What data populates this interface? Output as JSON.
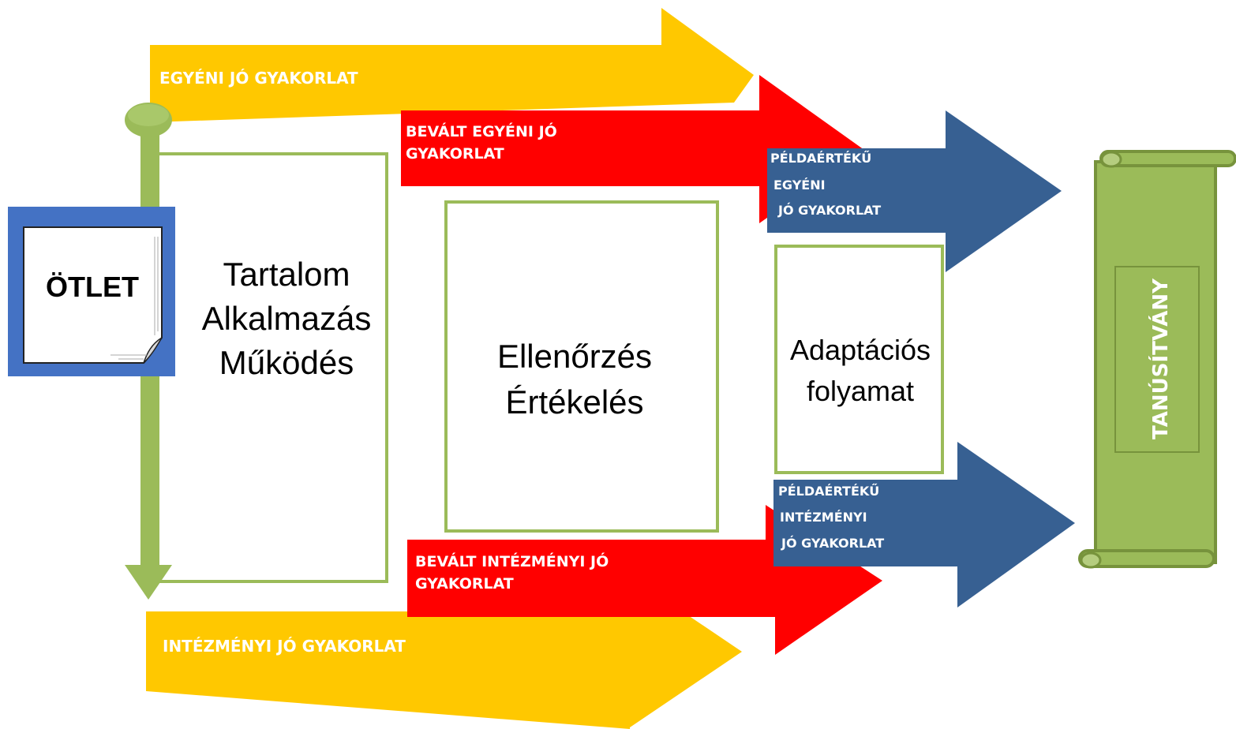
{
  "colors": {
    "yellow": "#FFC800",
    "red": "#FF0000",
    "blue": "#376092",
    "green": "#9BBB59",
    "green_dark": "#77933C",
    "idea_frame": "#4472C4"
  },
  "idea": {
    "label": "ÖTLET",
    "icon": "note-page-icon"
  },
  "arrows": {
    "individual_good_practice": "EGYÉNI JÓ GYAKORLAT",
    "institutional_good_practice": "INTÉZMÉNYI JÓ GYAKORLAT",
    "proven_individual": {
      "line1": "BEVÁLT EGYÉNI JÓ",
      "line2": "GYAKORLAT"
    },
    "proven_institutional": {
      "line1": "BEVÁLT INTÉZMÉNYI JÓ",
      "line2": "GYAKORLAT"
    },
    "exemplary_individual": {
      "line1": "PÉLDAÉRTÉKŰ",
      "line2": "EGYÉNI",
      "line3": "JÓ GYAKORLAT"
    },
    "exemplary_institutional": {
      "line1": "PÉLDAÉRTÉKŰ",
      "line2": "INTÉZMÉNYI",
      "line3": "JÓ GYAKORLAT"
    }
  },
  "boxes": {
    "content": {
      "line1": "Tartalom",
      "line2": "Alkalmazás",
      "line3": "Működés"
    },
    "evaluation": {
      "line1": "Ellenőrzés",
      "line2": "Értékelés"
    },
    "adaptation": {
      "line1": "Adaptációs",
      "line2": "folyamat"
    }
  },
  "certificate": {
    "label": "TANÚSÍTVÁNY",
    "icon": "scroll-icon"
  }
}
